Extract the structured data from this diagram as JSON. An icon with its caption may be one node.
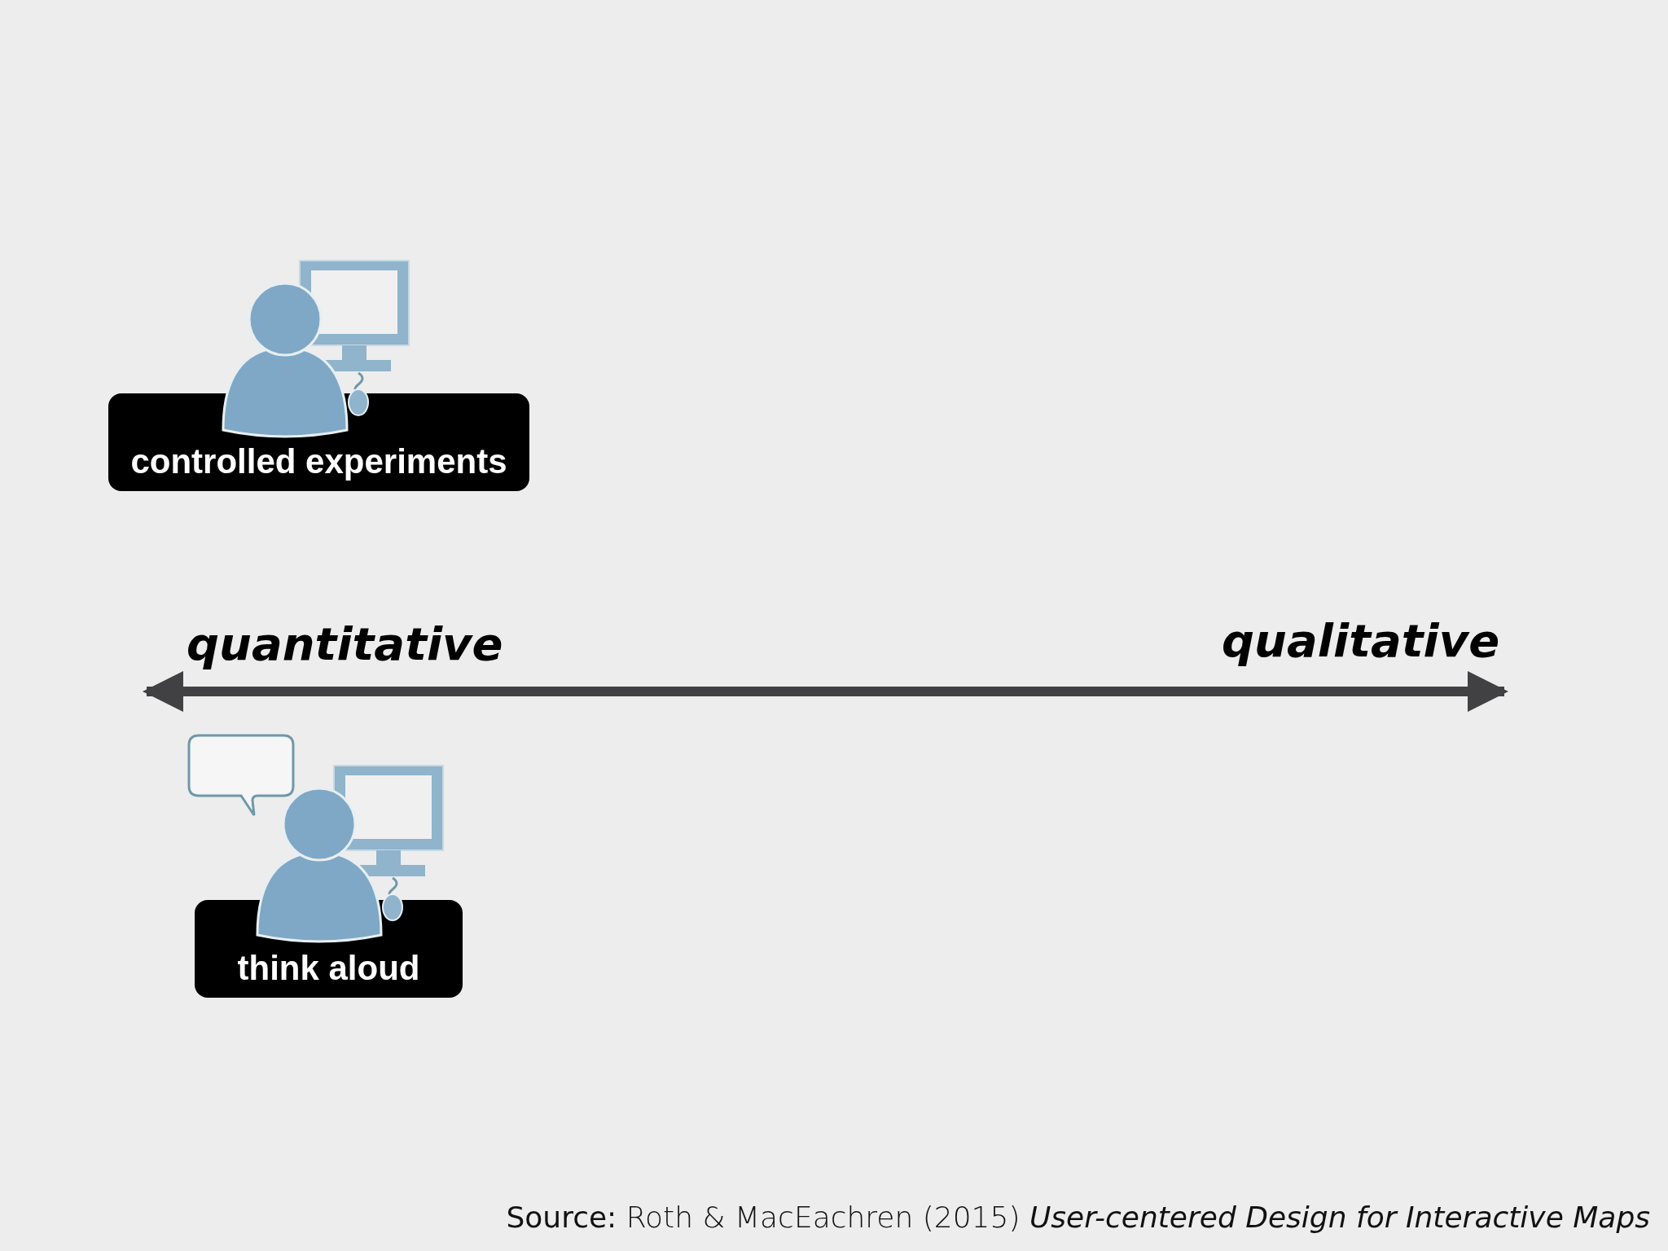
{
  "diagram": {
    "caption": "**Source:** Roth & MacEachren (2015) *User-centered Design for Interactive Maps*",
    "nodes": [
      {
        "text": [
          "controlled experiments"
        ]
      },
      {
        "text": [
          "think aloud"
        ]
      }
    ],
    "labels": [
      "quantitative",
      "qualitative"
    ]
  }
}
